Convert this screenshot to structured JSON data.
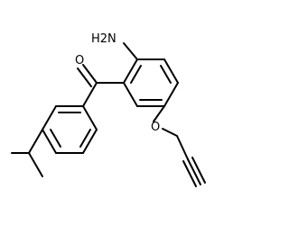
{
  "molecule": {
    "atoms": [
      {
        "id": "amine_n",
        "label": "H2N"
      },
      {
        "id": "carbonyl_o",
        "label": "O"
      },
      {
        "id": "ether_o",
        "label": "O"
      }
    ]
  },
  "colors": {
    "bond": "#000000",
    "label": "#000000",
    "background": "#ffffff"
  }
}
